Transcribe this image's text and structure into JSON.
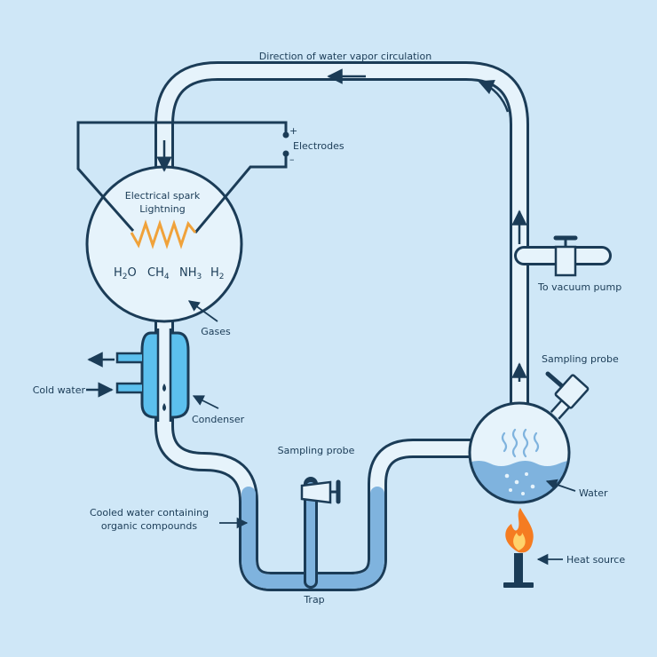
{
  "labels": {
    "direction": "Direction of water vapor circulation",
    "electrodes": "Electrodes",
    "plus": "+",
    "minus": "–",
    "spark_line1": "Electrical spark",
    "spark_line2": "Lightning",
    "gases": "Gases",
    "cold_water": "Cold water",
    "condenser": "Condenser",
    "vacuum": "To vacuum pump",
    "sampling_probe_right": "Sampling probe",
    "sampling_probe_mid": "Sampling probe",
    "water": "Water",
    "heat_source": "Heat source",
    "cooled_line1": "Cooled water containing",
    "cooled_line2": "organic compounds",
    "trap": "Trap"
  },
  "gases": [
    {
      "base": "H",
      "sub": "2",
      "tail": "O"
    },
    {
      "base": "CH",
      "sub": "4",
      "tail": ""
    },
    {
      "base": "NH",
      "sub": "3",
      "tail": ""
    },
    {
      "base": "H",
      "sub": "2",
      "tail": ""
    }
  ],
  "colors": {
    "background": "#cfe7f7",
    "glass": "#e6f3fb",
    "outline": "#1b3c57",
    "water": "#7fb3de",
    "condenser": "#5cc0ee",
    "spark": "#f0a23a",
    "flame": "#f57c21"
  }
}
